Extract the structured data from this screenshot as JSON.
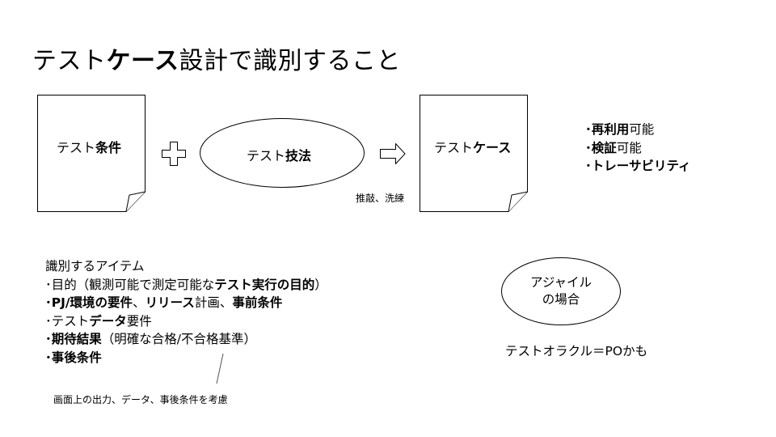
{
  "title": {
    "part1": "テスト",
    "part2_bold": "ケース",
    "part3": "設計で識別すること"
  },
  "diagram": {
    "doc1": {
      "label_plain": "テスト",
      "label_bold": "条件"
    },
    "plus_sign": "plus-icon",
    "technique": {
      "label_plain": "テスト",
      "label_bold": "技法"
    },
    "arrow": "right-arrow-icon",
    "refine_note": "推敲、洗練",
    "doc2": {
      "label_plain": "テスト",
      "label_bold": "ケース"
    }
  },
  "properties": [
    {
      "bullet": "･",
      "bold": "再利用",
      "plain": "可能"
    },
    {
      "bullet": "･",
      "bold": "検証",
      "plain": "可能"
    },
    {
      "bullet": "･",
      "bold": "トレーサビリティ",
      "plain": ""
    }
  ],
  "items": {
    "heading": "識別するアイテム",
    "line1": {
      "bullet": "･",
      "plain1": "目的（観測可能で測定可能な",
      "bold": "テスト実行の目的",
      "plain2": "）"
    },
    "line2": {
      "bullet": "･",
      "bold1": "PJ/環境の要件",
      "plain1": "、",
      "bold2": "リリース",
      "plain2": "計画、",
      "bold3": "事前条件"
    },
    "line3": {
      "bullet": "･",
      "plain1": "テスト",
      "bold": "データ",
      "plain2": "要件"
    },
    "line4": {
      "bullet": "･",
      "bold": "期待結果",
      "plain": "（明確な合格/不合格基準）"
    },
    "line5": {
      "bullet": "･",
      "bold": "事後条件"
    }
  },
  "footnote": "画面上の出力、データ、事後条件を考慮",
  "agile": {
    "line1": "アジャイル",
    "line2": "の場合",
    "oracle": "テストオラクル＝POかも"
  }
}
